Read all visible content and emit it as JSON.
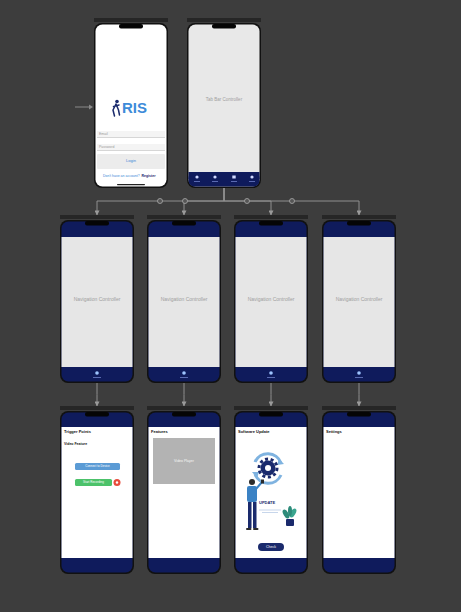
{
  "diagram": {
    "nodes": [
      {
        "text": [
          "RIS",
          "Don't have an account?",
          "Register"
        ]
      },
      {
        "text": [
          "Email"
        ],
        "in": 0
      },
      {
        "text": [
          "Password"
        ],
        "in": 0
      },
      {
        "text": [
          "Login"
        ],
        "in": 0
      },
      {
        "text": [
          "Tab Bar Controller"
        ]
      },
      {
        "text": [
          "Navigation Controller"
        ]
      },
      {
        "text": [
          "Navigation Controller"
        ]
      },
      {
        "text": [
          "Navigation Controller"
        ]
      },
      {
        "text": [
          "Navigation Controller"
        ]
      },
      {
        "text": [
          "Trigger Points",
          "Video Feature"
        ]
      },
      {
        "text": [
          "Connect to Device"
        ],
        "in": 9
      },
      {
        "text": [
          "Start Recording"
        ],
        "in": 9
      },
      {
        "text": [
          "Features"
        ]
      },
      {
        "text": [
          "Video Player"
        ],
        "in": 12
      },
      {
        "text": [
          "Software Update"
        ]
      },
      {
        "text": [
          "Check"
        ],
        "in": 14
      },
      {
        "text": [
          "Settings"
        ]
      }
    ],
    "edges": [
      {
        "from": 4,
        "to": 5,
        "arrow": "to"
      },
      {
        "from": 4,
        "to": 6,
        "arrow": "to"
      },
      {
        "from": 4,
        "to": 7,
        "arrow": "to"
      },
      {
        "from": 4,
        "to": 8,
        "arrow": "to"
      },
      {
        "from": 5,
        "to": 9,
        "arrow": "to"
      },
      {
        "from": 6,
        "to": 12,
        "arrow": "to"
      },
      {
        "from": 7,
        "to": 14,
        "arrow": "to"
      },
      {
        "from": 8,
        "to": 16,
        "arrow": "to"
      }
    ],
    "labels": [
      "UPDATE"
    ]
  }
}
